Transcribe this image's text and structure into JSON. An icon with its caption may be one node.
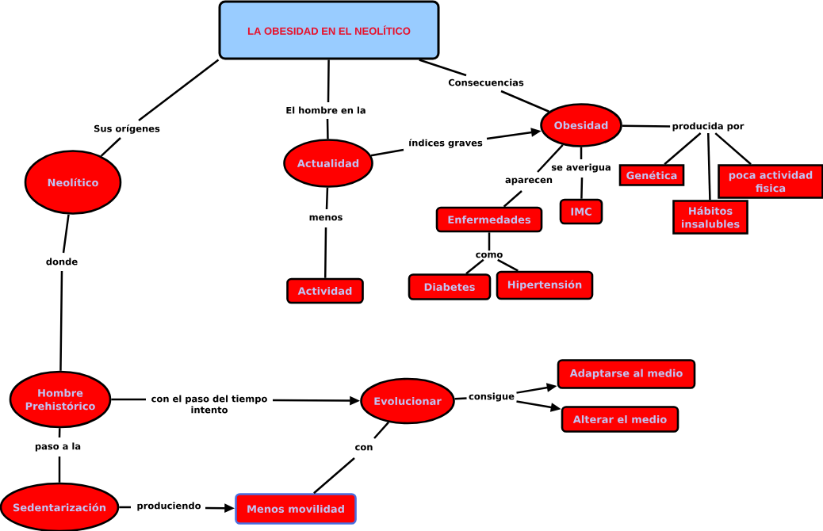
{
  "diagram": {
    "nodes": [
      {
        "text": [
          "LA OBESIDAD EN EL NEOLÍTICO"
        ]
      },
      {
        "text": [
          "Obesidad"
        ]
      },
      {
        "text": [
          "producida por"
        ]
      },
      {
        "text": [
          "Actualidad"
        ]
      },
      {
        "text": [
          "Neolítico"
        ]
      },
      {
        "text": [
          "Genética"
        ]
      },
      {
        "text": [
          "poca actividad fisica"
        ]
      },
      {
        "text": [
          "IMC"
        ]
      },
      {
        "text": [
          "Enfermedades"
        ]
      },
      {
        "text": [
          "Hábitos insalubles"
        ]
      },
      {
        "text": [
          "como"
        ]
      },
      {
        "text": [
          "Diabetes"
        ]
      },
      {
        "text": [
          "Hipertensión"
        ]
      },
      {
        "text": [
          "Actividad"
        ]
      },
      {
        "text": [
          "Adaptarse al medio"
        ]
      },
      {
        "text": [
          "Hombre Prehistórico"
        ]
      },
      {
        "text": [
          "Evolucionar"
        ]
      },
      {
        "text": [
          "consigue"
        ]
      },
      {
        "text": [
          "Alterar el medio"
        ]
      },
      {
        "text": [
          "Sedentarización"
        ]
      },
      {
        "text": [
          "Menos movilidad"
        ]
      }
    ],
    "edges": [
      {
        "from": 0,
        "to": 4,
        "label": "Sus orígenes",
        "arrow": "none"
      },
      {
        "from": 0,
        "to": 3,
        "label": "El hombre en la",
        "arrow": "none"
      },
      {
        "from": 0,
        "to": 1,
        "label": "Consecuencias",
        "arrow": "none"
      },
      {
        "from": 3,
        "to": 1,
        "label": "índices graves",
        "arrow": "to"
      },
      {
        "from": 1,
        "to": 2,
        "arrow": "none"
      },
      {
        "from": 2,
        "to": 5,
        "arrow": "none"
      },
      {
        "from": 2,
        "to": 9,
        "arrow": "none"
      },
      {
        "from": 2,
        "to": 6,
        "arrow": "none"
      },
      {
        "from": 1,
        "to": 7,
        "label": "se averigua",
        "arrow": "none"
      },
      {
        "from": 1,
        "to": 8,
        "label": "aparecen",
        "arrow": "none"
      },
      {
        "from": 8,
        "to": 10,
        "arrow": "none"
      },
      {
        "from": 10,
        "to": 11,
        "arrow": "none"
      },
      {
        "from": 10,
        "to": 12,
        "arrow": "none"
      },
      {
        "from": 3,
        "to": 13,
        "label": "menos",
        "arrow": "none"
      },
      {
        "from": 4,
        "to": 15,
        "label": "donde",
        "arrow": "none"
      },
      {
        "from": 15,
        "to": 16,
        "label": "con el paso del tiempo intento",
        "arrow": "to"
      },
      {
        "from": 16,
        "to": 17,
        "arrow": "none"
      },
      {
        "from": 17,
        "to": 14,
        "arrow": "to"
      },
      {
        "from": 17,
        "to": 18,
        "arrow": "to"
      },
      {
        "from": 15,
        "to": 19,
        "label": "paso a la",
        "arrow": "none"
      },
      {
        "from": 19,
        "to": 20,
        "label": "produciendo",
        "arrow": "to"
      },
      {
        "from": 16,
        "to": 20,
        "label": "con",
        "arrow": "none"
      }
    ]
  }
}
